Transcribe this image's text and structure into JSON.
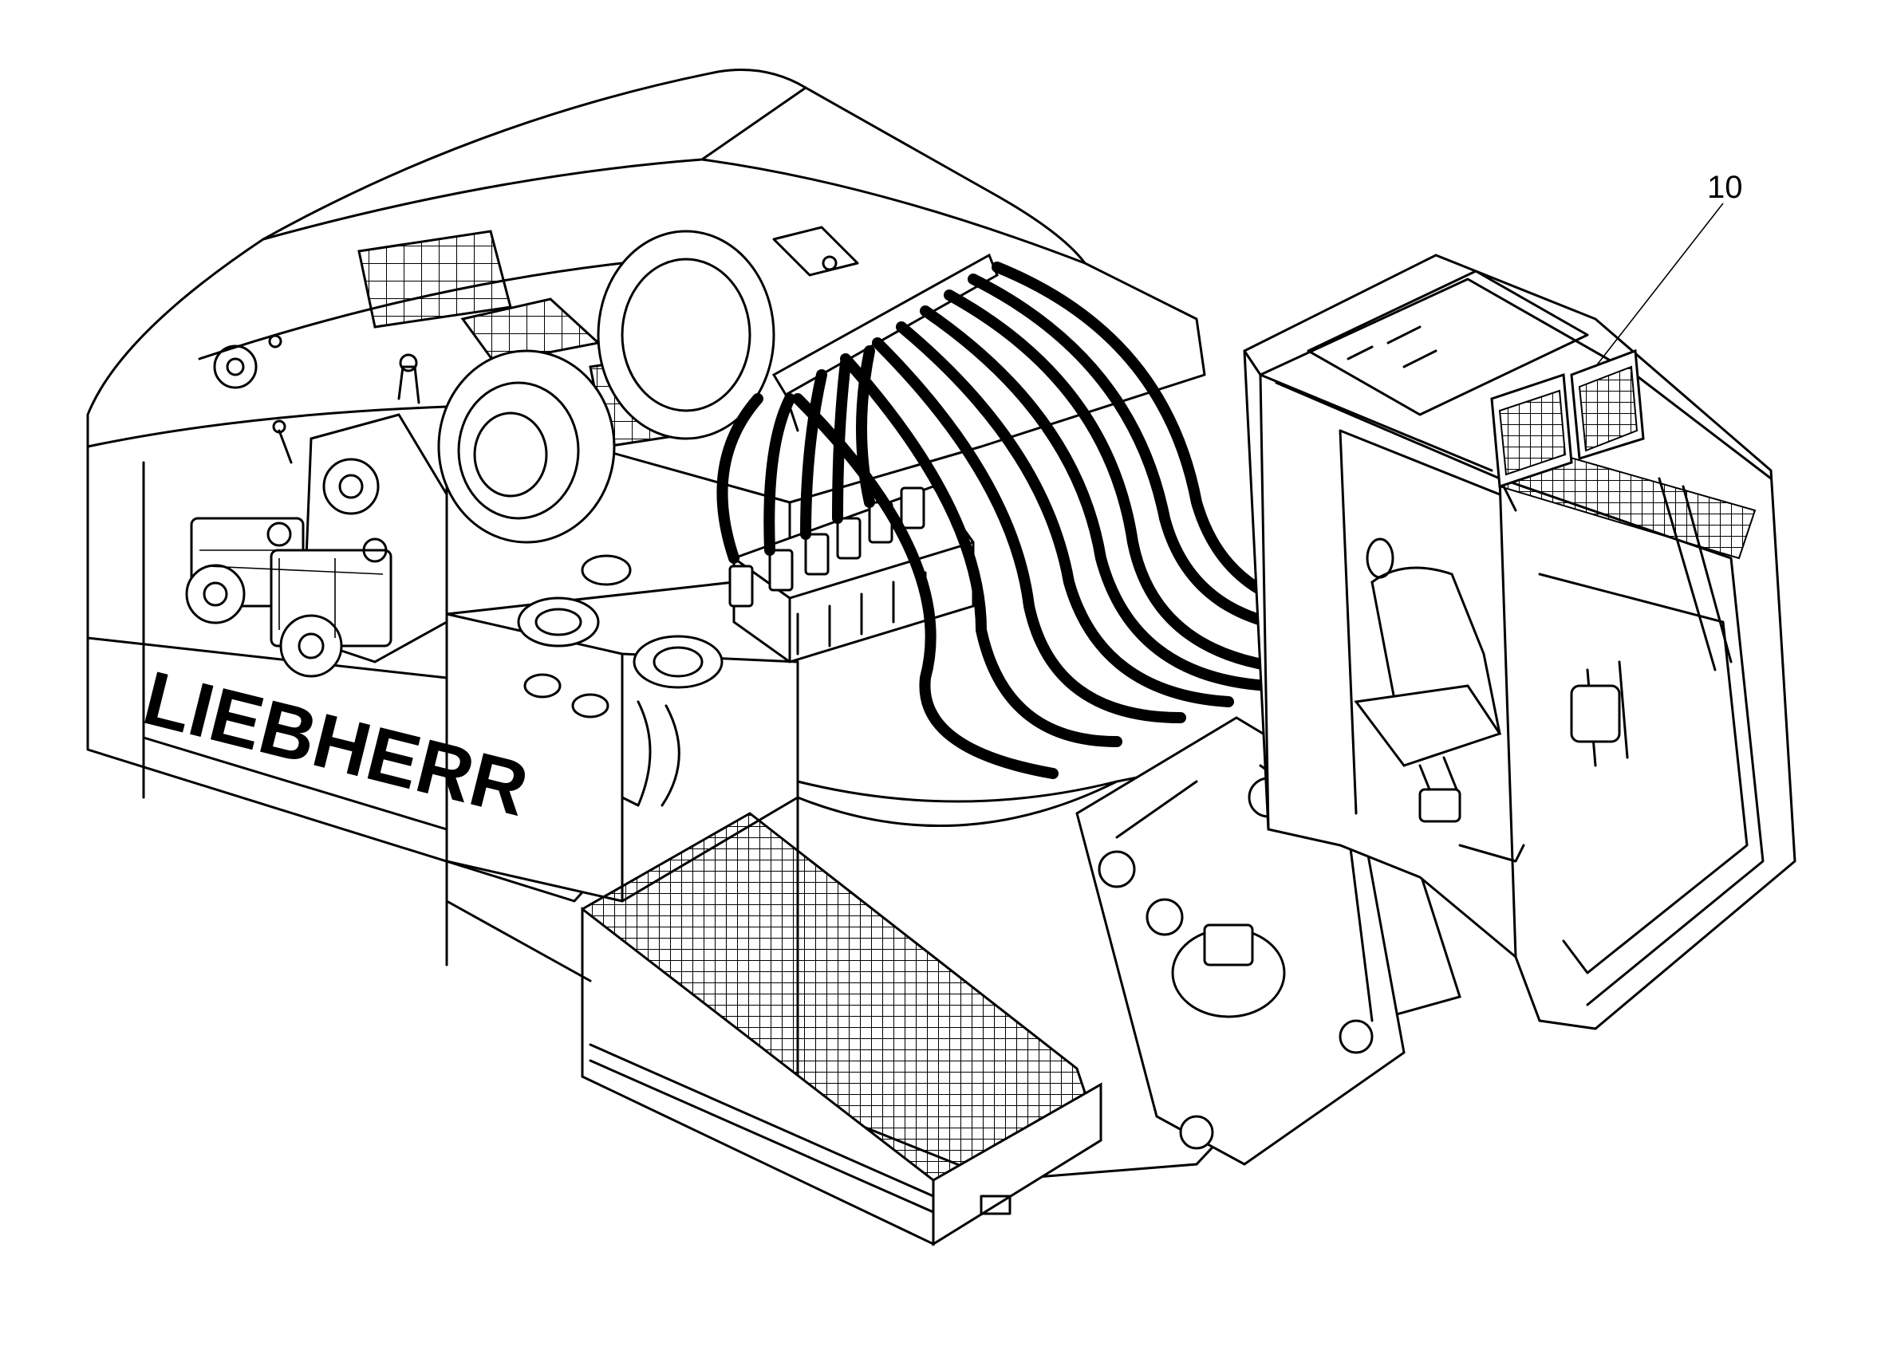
{
  "brand_label": "LIEBHERR",
  "callouts": [
    {
      "label": "10",
      "target": "cab-roof-light-unit"
    }
  ],
  "colors": {
    "ink": "#000000",
    "paper": "#ffffff"
  }
}
